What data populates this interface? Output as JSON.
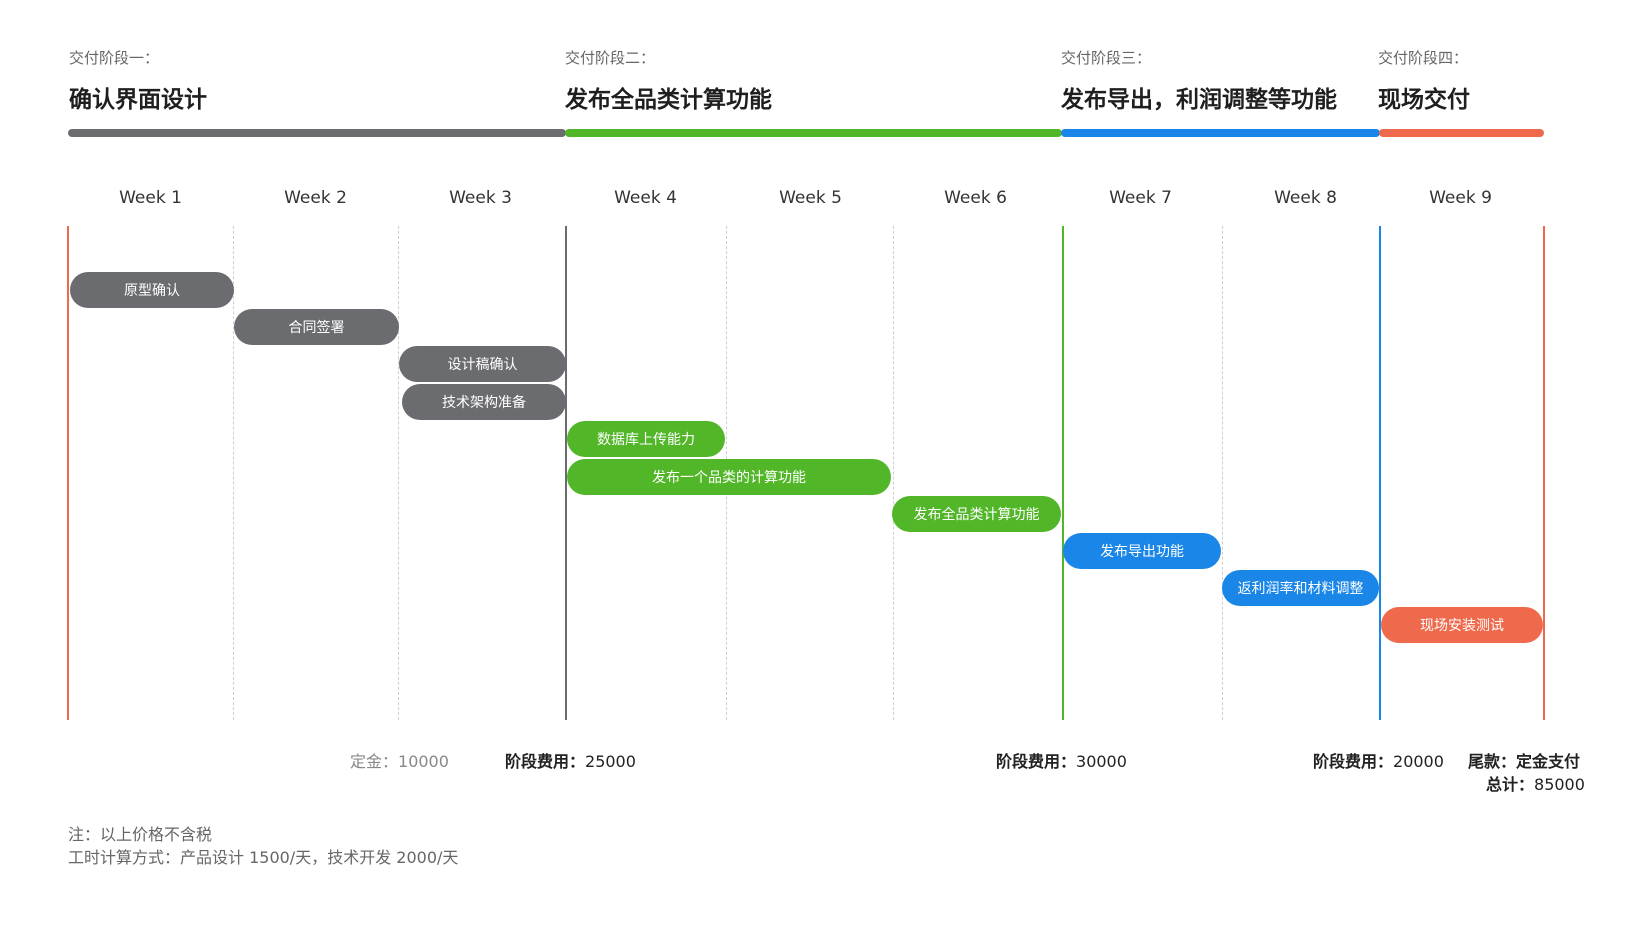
{
  "phases": [
    {
      "label": "交付阶段一：",
      "title": "确认界面设计",
      "color": "#6b6c70"
    },
    {
      "label": "交付阶段二：",
      "title": "发布全品类计算功能",
      "color": "#52b728"
    },
    {
      "label": "交付阶段三：",
      "title": "发布导出，利润调整等功能",
      "color": "#1a86e8"
    },
    {
      "label": "交付阶段四：",
      "title": "现场交付",
      "color": "#ef6a4c"
    }
  ],
  "weeks": [
    "Week 1",
    "Week 2",
    "Week 3",
    "Week 4",
    "Week 5",
    "Week 6",
    "Week 7",
    "Week 8",
    "Week 9"
  ],
  "tasks": [
    {
      "label": "原型确认",
      "phase": 1
    },
    {
      "label": "合同签署",
      "phase": 1
    },
    {
      "label": "设计稿确认",
      "phase": 1
    },
    {
      "label": "技术架构准备",
      "phase": 1
    },
    {
      "label": "数据库上传能力",
      "phase": 2
    },
    {
      "label": "发布一个品类的计算功能",
      "phase": 2
    },
    {
      "label": "发布全品类计算功能",
      "phase": 2
    },
    {
      "label": "发布导出功能",
      "phase": 3
    },
    {
      "label": "返利润率和材料调整",
      "phase": 3
    },
    {
      "label": "现场安装测试",
      "phase": 4
    }
  ],
  "fees": {
    "deposit_label": "定金：",
    "deposit_value": "10000",
    "phase2_label": "阶段费用：",
    "phase2_value": "25000",
    "phase3_label": "阶段费用：",
    "phase3_value": "30000",
    "phase4_label": "阶段费用：",
    "phase4_value": "20000",
    "final_label": "尾款：",
    "final_value": "定金支付",
    "total_label": "总计：",
    "total_value": "85000"
  },
  "notes": {
    "line1": "注：以上价格不含税",
    "line2": "工时计算方式：产品设计 1500/天，技术开发 2000/天"
  }
}
